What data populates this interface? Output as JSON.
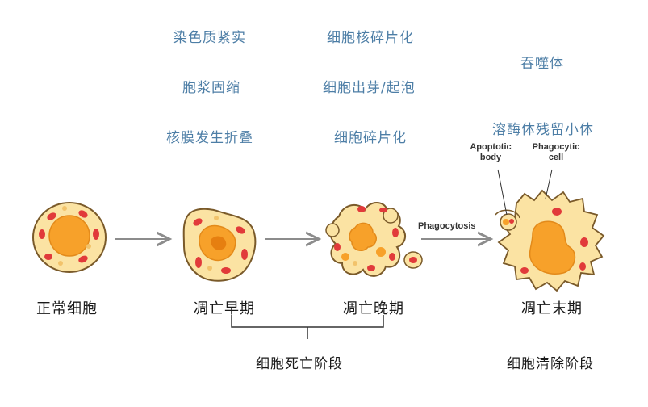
{
  "notes": {
    "early": [
      "染色质紧实",
      "胞浆固缩",
      "核膜发生折叠"
    ],
    "late": [
      "细胞核碎片化",
      "细胞出芽/起泡",
      "细胞碎片化"
    ],
    "end": [
      "吞噬体",
      "溶酶体残留小体"
    ]
  },
  "stages": {
    "normal": "正常细胞",
    "early": "凋亡早期",
    "late": "凋亡晚期",
    "end": "凋亡末期"
  },
  "phases": {
    "death": "细胞死亡阶段",
    "clearance": "细胞清除阶段"
  },
  "english_labels": {
    "phagocytosis": "Phagocytosis",
    "apoptotic_body_line1": "Apoptotic",
    "apoptotic_body_line2": "body",
    "phagocytic_cell_line1": "Phagocytic",
    "phagocytic_cell_line2": "cell"
  },
  "colors": {
    "cytoplasm": "#fbe3a3",
    "membrane": "#7a5a2a",
    "nucleus": "#f7a12a",
    "organelle": "#e13a3a",
    "arrow": "#8c8c8c",
    "note_text": "#4d7ea6"
  }
}
